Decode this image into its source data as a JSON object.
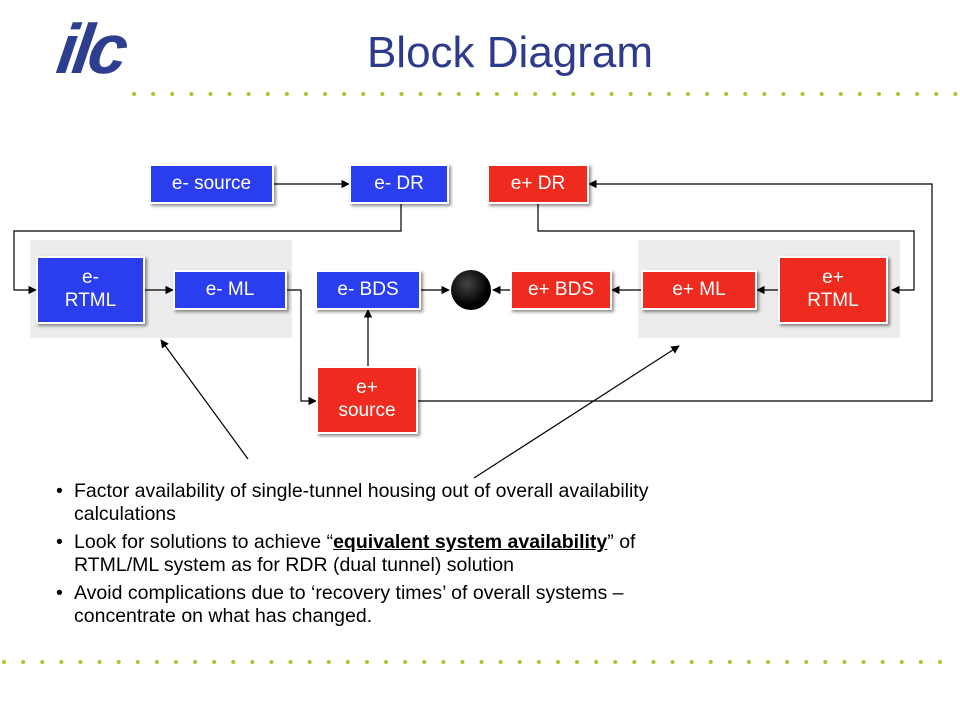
{
  "header": {
    "logo_text": "ilc",
    "title": "Block Diagram"
  },
  "blocks": {
    "e_source": "e- source",
    "e_dr": "e- DR",
    "p_dr": "e+ DR",
    "e_rtml": "e-\nRTML",
    "e_ml": "e- ML",
    "e_bds": "e- BDS",
    "p_bds": "e+ BDS",
    "p_ml": "e+ ML",
    "p_rtml": "e+\nRTML",
    "p_source": "e+\nsource"
  },
  "colors": {
    "electron": "#2a3ef0",
    "positron": "#ee2b1e",
    "accent_dots": "#a8c832",
    "title": "#2e3a8c"
  },
  "bullets": {
    "b1": "Factor availability of single-tunnel housing out of overall availability calculations",
    "b2_pre": "Look for solutions to achieve “",
    "b2_emph": "equivalent system availability",
    "b2_post": "” of RTML/ML system as for RDR (dual tunnel) solution",
    "b3": "Avoid complications due to ‘recovery times’ of overall systems – concentrate on what has changed."
  }
}
